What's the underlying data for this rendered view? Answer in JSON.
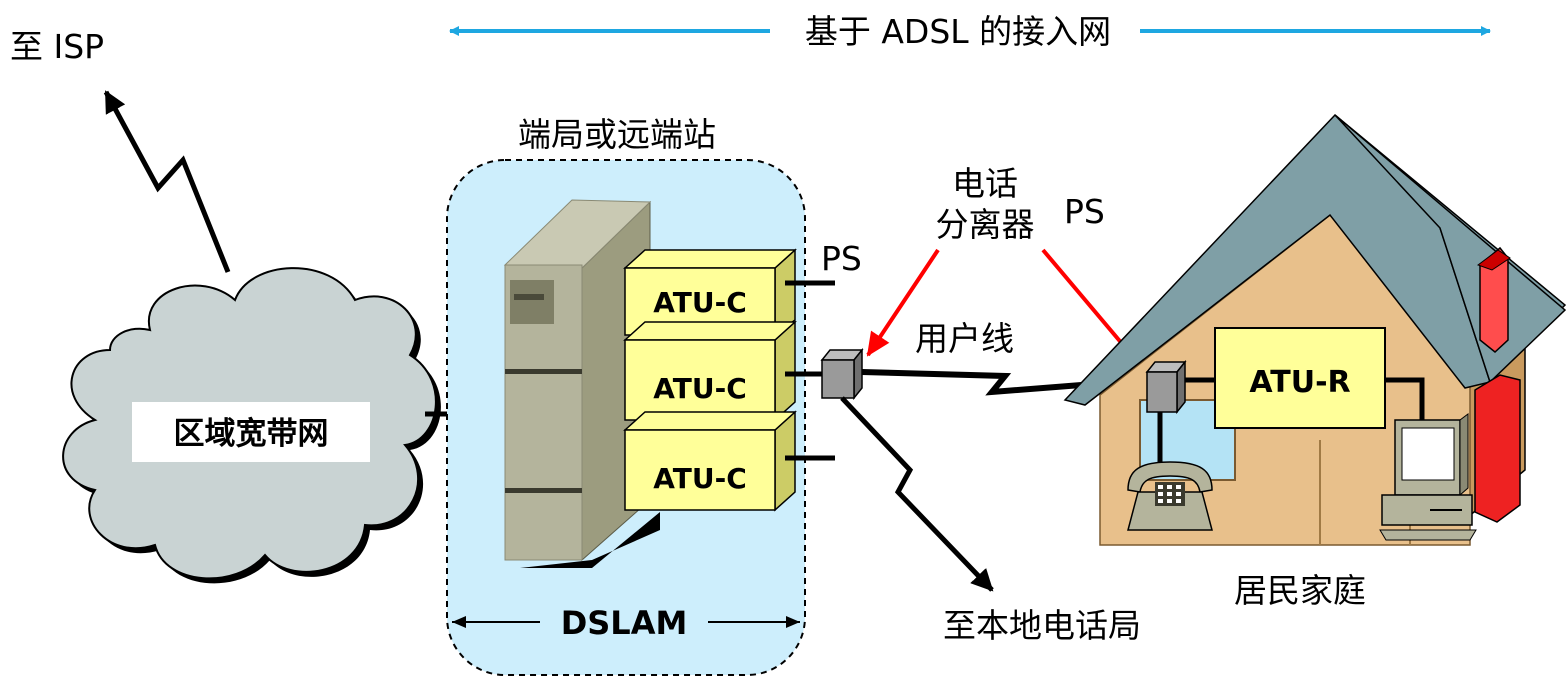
{
  "diagram": {
    "title": "基于 ADSL 的接入网",
    "labels": {
      "to_isp": "至 ISP",
      "regional_network": "区域宽带网",
      "central_office": "端局或远端站",
      "dslam": "DSLAM",
      "atu_c": [
        "ATU-C",
        "ATU-C",
        "ATU-C"
      ],
      "ps_left": "PS",
      "splitter_line1": "电话",
      "splitter_line2": "分离器",
      "ps_right": "PS",
      "subscriber_line": "用户线",
      "to_local_exchange": "至本地电话局",
      "atu_r": "ATU-R",
      "residence": "居民家庭"
    },
    "colors": {
      "title_arrow": "#1ea7e1",
      "cloud": "#c9d3d3",
      "dslam_zone": "#cdeefc",
      "atu_box": "#ffff99",
      "house_wall": "#e8c08b",
      "house_roof": "#7f9fa6",
      "pointer_arrow": "#ff0000",
      "chimney": "#ff4d4d"
    }
  }
}
